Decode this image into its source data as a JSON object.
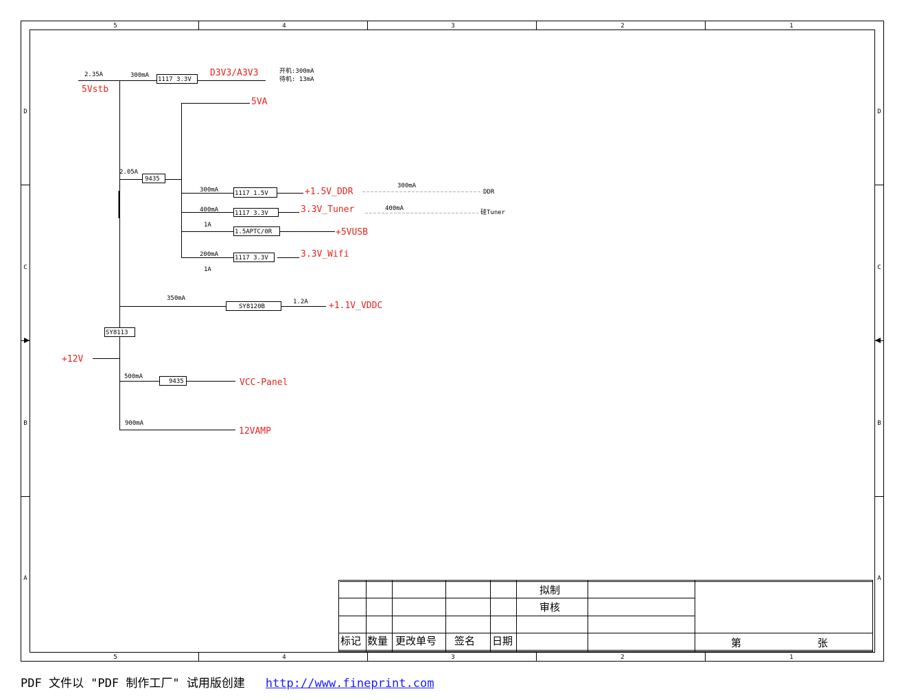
{
  "frame": {
    "columns": [
      "5",
      "4",
      "3",
      "2",
      "1"
    ],
    "rows": [
      "D",
      "C",
      "B",
      "A"
    ]
  },
  "nets": {
    "v5stb": "5Vstb",
    "d3v3": "D3V3/A3V3",
    "v5a": "5VA",
    "ddr": "+1.5V_DDR",
    "tuner": "3.3V_Tuner",
    "usb": "+5VUSB",
    "wifi": "3.3V_Wifi",
    "vddc": "+1.1V_VDDC",
    "v12": "+12V",
    "panel": "VCC-Panel",
    "amp": "12VAMP"
  },
  "parts": {
    "reg_3v3_top": "1117 3.3V",
    "sw_9435_a": "9435",
    "reg_1v5": "1117 1.5V",
    "reg_3v3_tuner": "1117 3.3V",
    "ptc": "1.5APTC/0R",
    "reg_3v3_wifi": "1117 3.3V",
    "dcdc_vddc": "SY8120B",
    "dcdc_5v": "SY8113",
    "sw_9435_b": "9435"
  },
  "currents": {
    "stb_total": "2.35A",
    "d3v3": "300mA",
    "branch_9435": "2.05A",
    "ddr": "300mA",
    "ddr_load": "300mA",
    "tuner": "400mA",
    "tuner_load": "400mA",
    "usb": "1A",
    "wifi": "200mA",
    "wifi_extra": "1A",
    "vddc_in": "350mA",
    "vddc_out": "1.2A",
    "panel": "500mA",
    "amp": "900mA"
  },
  "notes": {
    "d3v3_on": "开机:300mA",
    "d3v3_standby": "待机: 13mA",
    "ddr_load": "DDR",
    "tuner_load": "硅Tuner"
  },
  "title_block": {
    "draft": "拟制",
    "review": "审核",
    "col_mark": "标记",
    "col_qty": "数量",
    "col_change": "更改单号",
    "col_sign": "签名",
    "col_date": "日期",
    "sheet_no": "第",
    "sheet_unit": "张"
  },
  "footer": {
    "text": "PDF 文件以 \"PDF 制作工厂\" 试用版创建",
    "link": "http://www.fineprint.com"
  },
  "colors": {
    "net_label": "#e8231e",
    "dashed_load_line": "#b0b0b0",
    "footer_link": "#1a1aff"
  }
}
